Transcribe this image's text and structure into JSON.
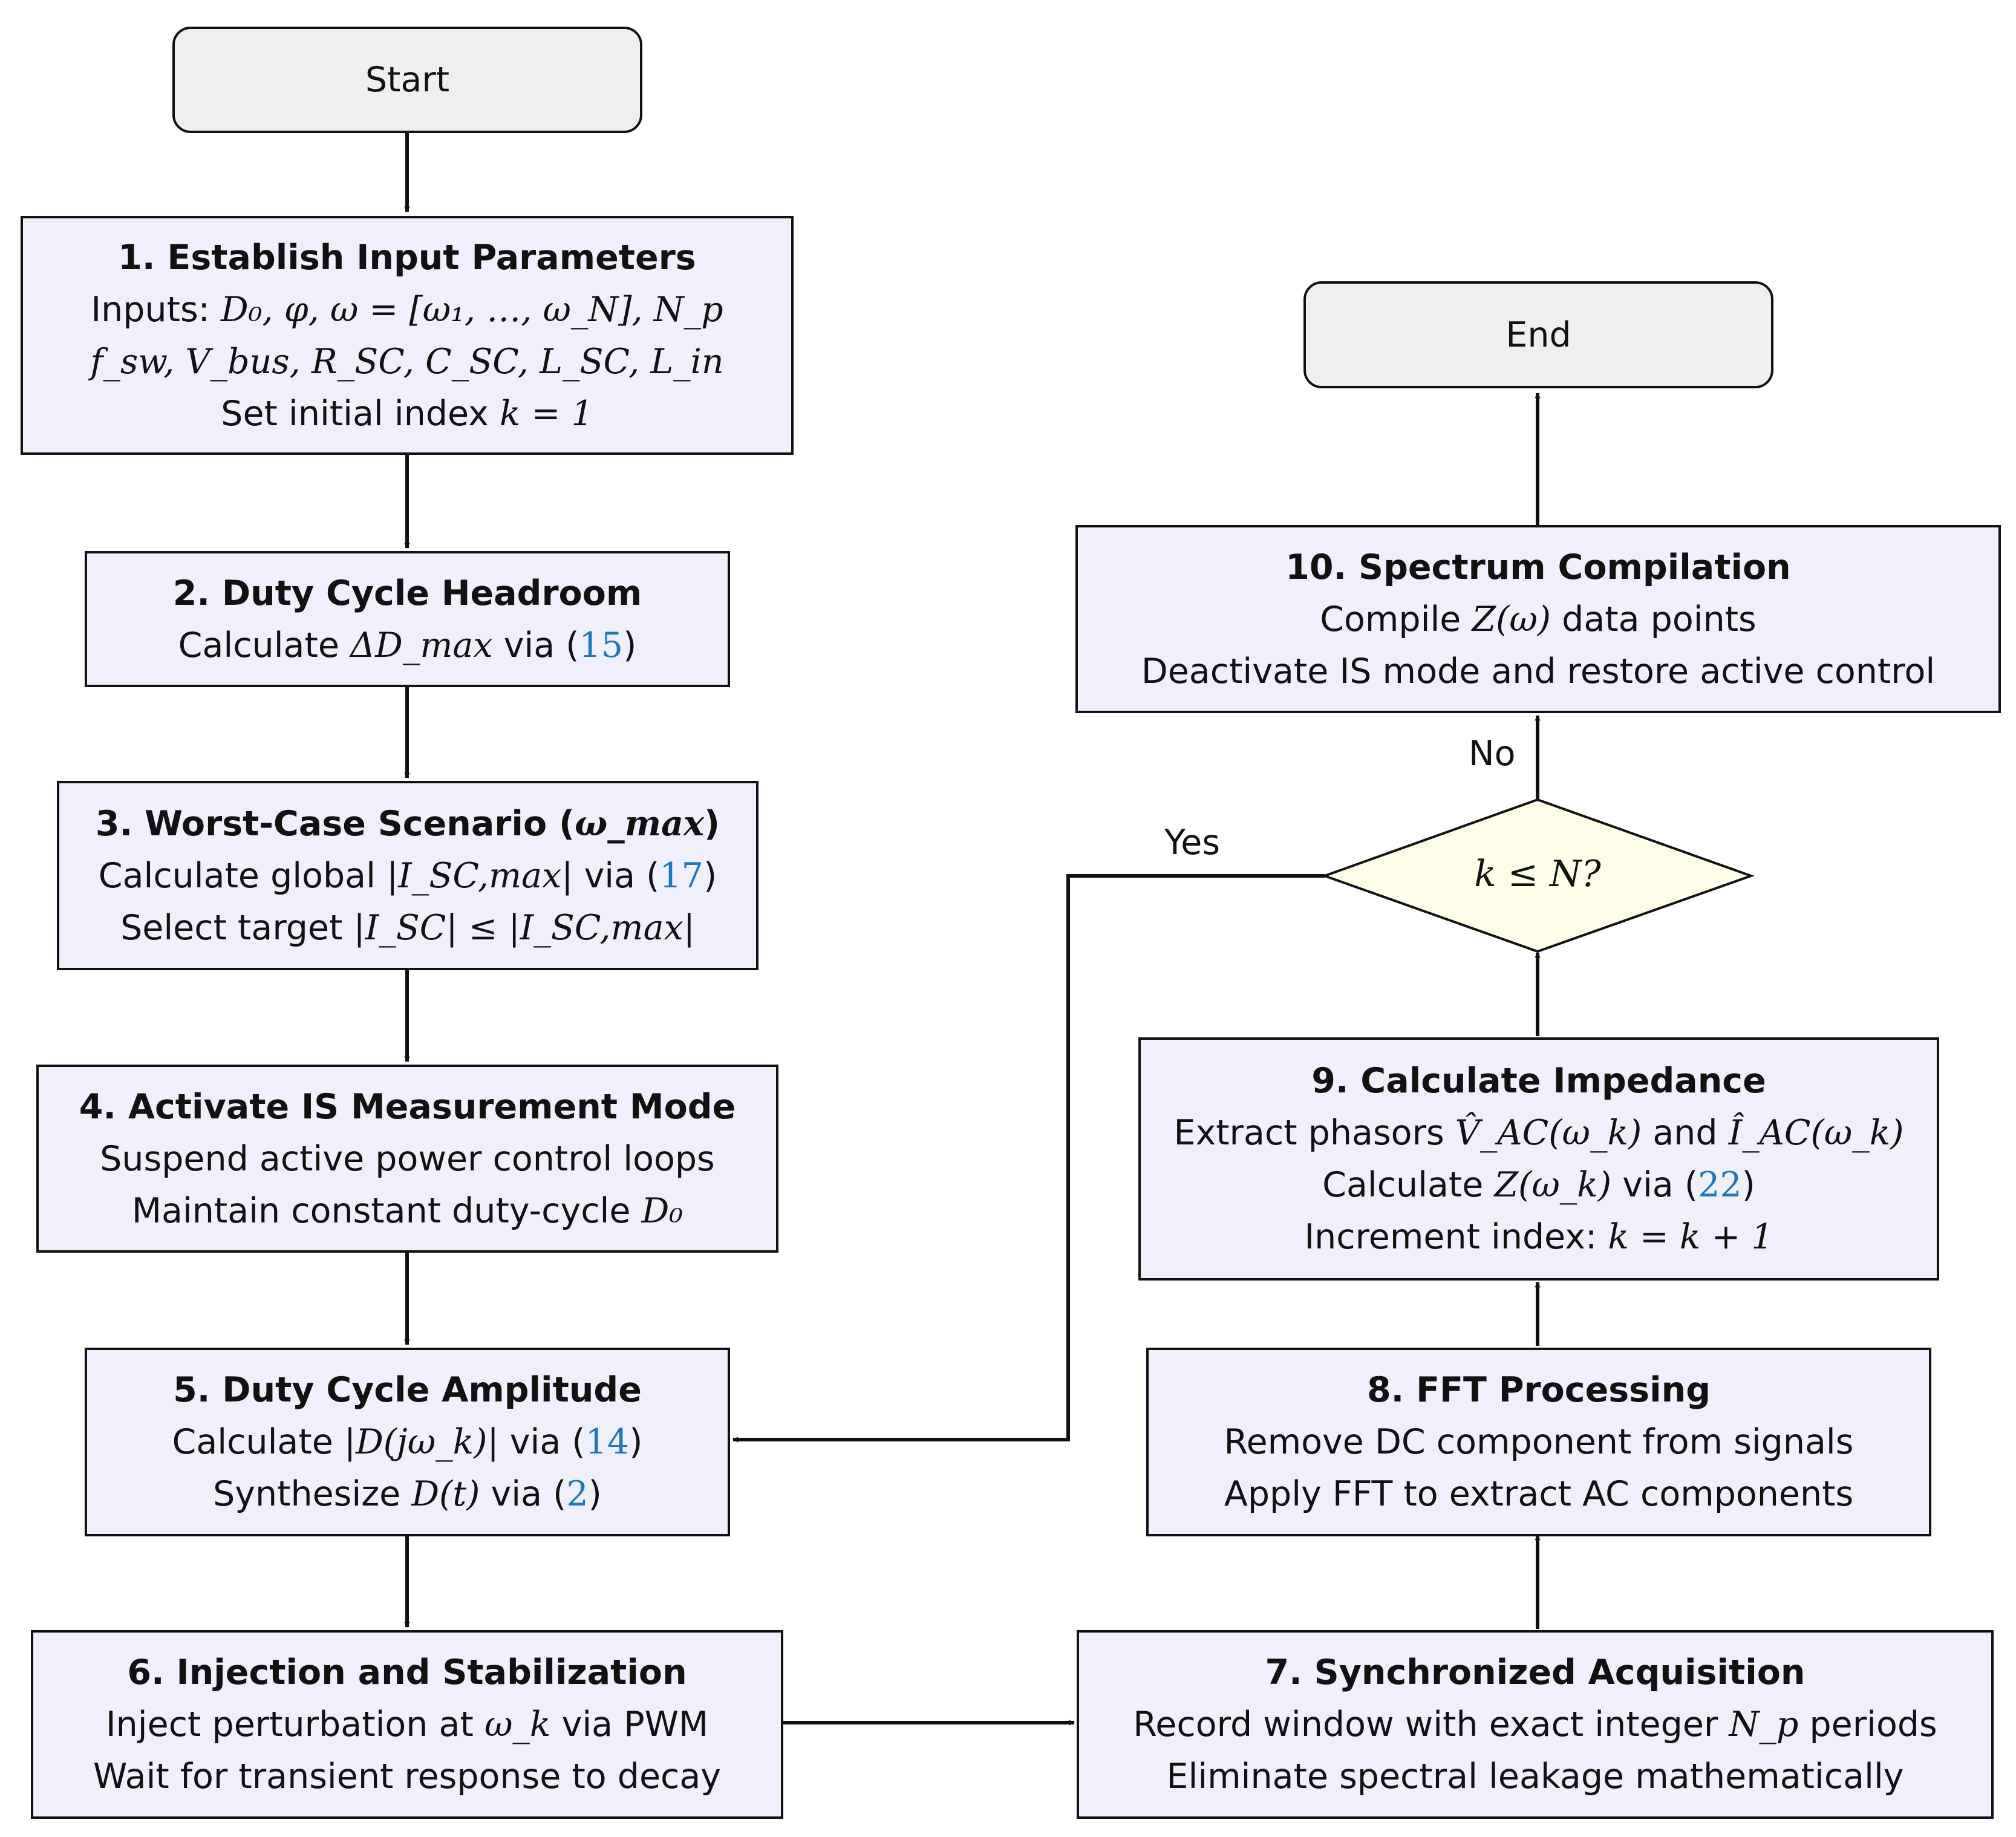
{
  "nodes": {
    "start": {
      "label": "Start"
    },
    "end": {
      "label": "End"
    },
    "n1": {
      "title": "1. Establish Input Parameters",
      "inputs_label": "Inputs:",
      "inputs_line1": "D₀, φ, ω = [ω₁, …, ω_N], N_p",
      "inputs_line2": "f_sw, V_bus, R_SC, C_SC, L_SC, L_in",
      "index_text": "Set initial index",
      "index_expr": "k = 1"
    },
    "n2": {
      "title": "2. Duty Cycle Headroom",
      "calc_text": "Calculate",
      "calc_expr": "ΔD_max",
      "via": "via",
      "ref": "15"
    },
    "n3": {
      "title_text": "3. Worst-Case Scenario (",
      "title_expr": "ω_max",
      "title_close": ")",
      "calc_text": "Calculate global",
      "calc_expr": "|I_SC,max|",
      "via": "via",
      "ref": "17",
      "select_text": "Select target",
      "select_expr": "|I_SC| ≤ |I_SC,max|"
    },
    "n4": {
      "title": "4. Activate IS Measurement Mode",
      "line1": "Suspend active power control loops",
      "line2_text": "Maintain constant duty-cycle",
      "line2_expr": "D₀"
    },
    "n5": {
      "title": "5. Duty Cycle Amplitude",
      "calc_text": "Calculate",
      "calc_expr": "|D(jω_k)|",
      "via": "via",
      "ref1": "14",
      "synth_text": "Synthesize",
      "synth_expr": "D(t)",
      "ref2": "2"
    },
    "n6": {
      "title": "6. Injection and Stabilization",
      "line1_text": "Inject perturbation at",
      "line1_expr": "ω_k",
      "line1_tail": "via PWM",
      "line2": "Wait for transient response to decay"
    },
    "n7": {
      "title": "7. Synchronized Acquisition",
      "line1_text": "Record window with exact integer",
      "line1_expr": "N_p",
      "line1_tail": "periods",
      "line2": "Eliminate spectral leakage mathematically"
    },
    "n8": {
      "title": "8. FFT Processing",
      "line1": "Remove DC component from signals",
      "line2": "Apply FFT to extract AC components"
    },
    "n9": {
      "title": "9. Calculate Impedance",
      "line1_text": "Extract phasors",
      "line1_expr1": "V̂_AC(ω_k)",
      "line1_and": "and",
      "line1_expr2": "Î_AC(ω_k)",
      "line2_text": "Calculate",
      "line2_expr": "Z(ω_k)",
      "via": "via",
      "ref": "22",
      "line3_text": "Increment index:",
      "line3_expr": "k = k + 1"
    },
    "n10": {
      "title": "10. Spectrum Compilation",
      "line1_text": "Compile",
      "line1_expr": "Z(ω)",
      "line1_tail": "data points",
      "line2": "Deactivate IS mode and restore active control"
    },
    "decision": {
      "label": "k ≤ N?"
    }
  },
  "edge_labels": {
    "yes": "Yes",
    "no": "No"
  }
}
